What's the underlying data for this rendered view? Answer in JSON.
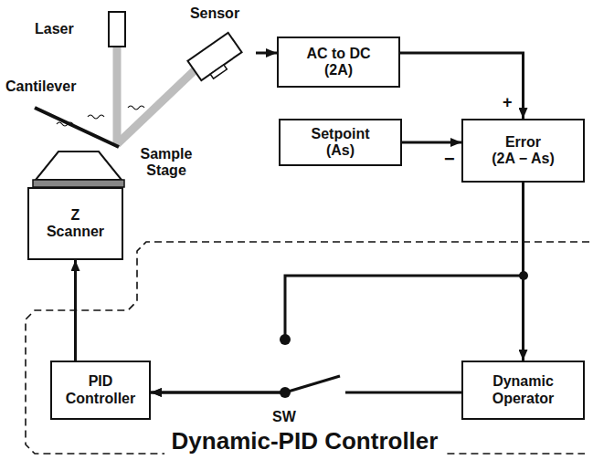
{
  "diagram": {
    "nodes": [
      {
        "text": [
          "Laser"
        ]
      },
      {
        "text": [
          "Sensor"
        ]
      },
      {
        "text": [
          "AC to DC",
          "(2A)"
        ]
      },
      {
        "text": [
          "Setpoint",
          "(As)"
        ]
      },
      {
        "text": [
          "Error",
          "(2A − As)"
        ]
      },
      {
        "text": [
          "Z Scanner"
        ]
      },
      {
        "text": [
          "Dynamic-PID Controller"
        ]
      },
      {
        "text": [
          "PID Controller"
        ],
        "in": 6
      },
      {
        "text": [
          "Dynamic Operator"
        ],
        "in": 6
      }
    ],
    "edges": [
      {
        "from": 1,
        "to": 2,
        "arrow": "to"
      },
      {
        "from": 2,
        "to": 4,
        "arrow": "to"
      },
      {
        "from": 3,
        "to": 4,
        "arrow": "to"
      },
      {
        "from": 4,
        "to": 8,
        "arrow": "to"
      },
      {
        "from": 4,
        "to": 7,
        "arrow": "to"
      },
      {
        "from": 8,
        "to": 7,
        "arrow": "to"
      },
      {
        "from": 7,
        "to": 5,
        "arrow": "to"
      }
    ],
    "labels": [
      "Cantilever",
      "Sample Stage",
      "+",
      "−",
      "SW"
    ]
  }
}
